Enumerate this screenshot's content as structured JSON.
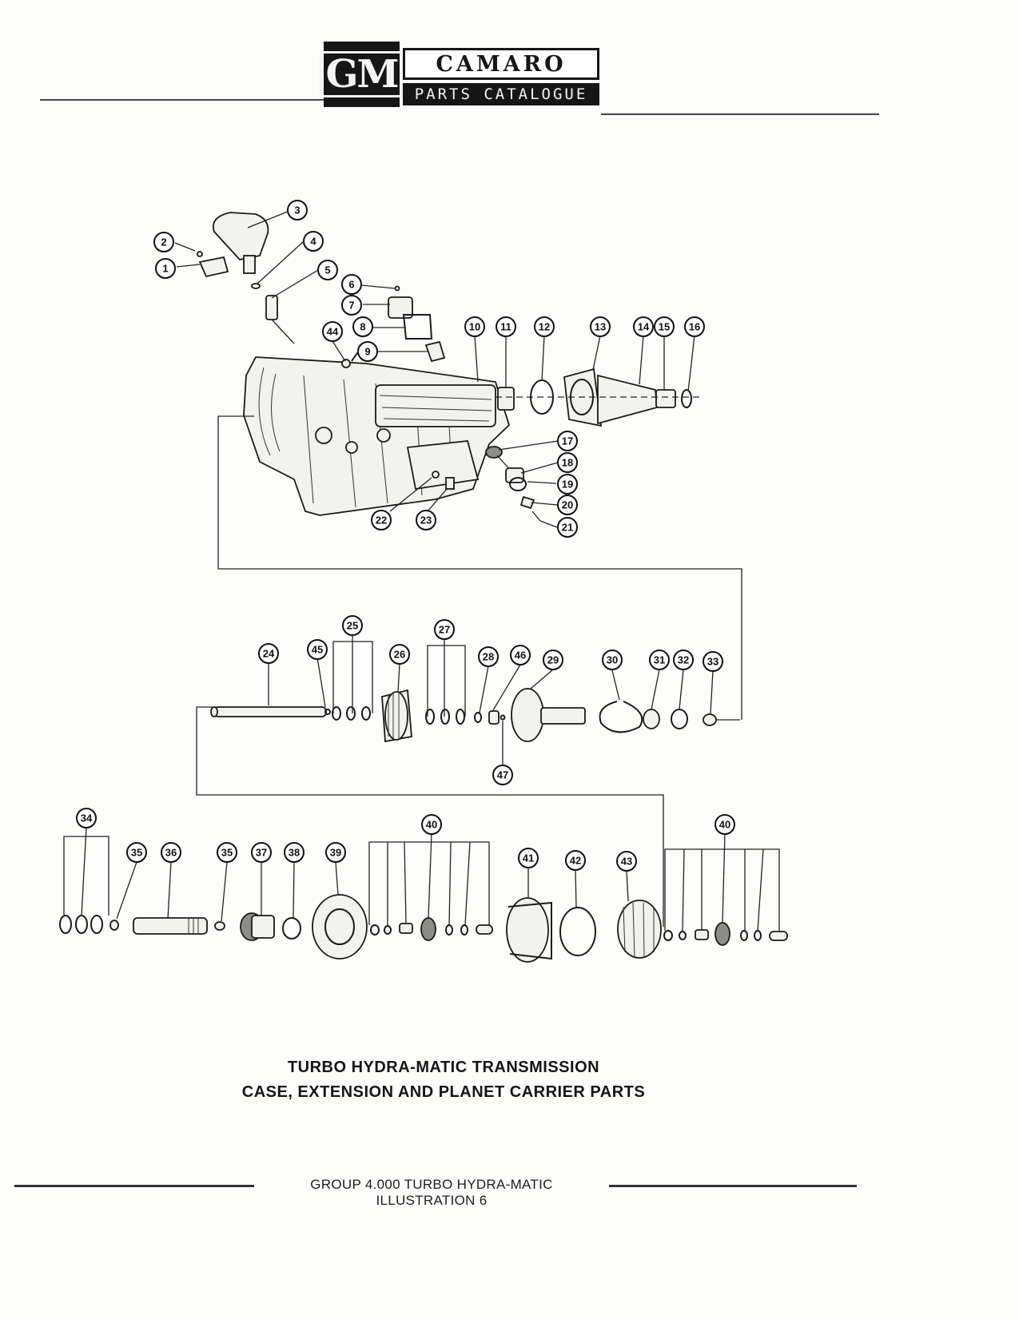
{
  "header": {
    "logo": "GM",
    "model": "CAMARO",
    "subtitle": "PARTS CATALOGUE"
  },
  "callouts": [
    "1",
    "2",
    "3",
    "4",
    "5",
    "6",
    "7",
    "8",
    "9",
    "10",
    "11",
    "12",
    "13",
    "14",
    "15",
    "16",
    "17",
    "18",
    "19",
    "20",
    "21",
    "22",
    "23",
    "24",
    "25",
    "26",
    "27",
    "28",
    "29",
    "30",
    "31",
    "32",
    "33",
    "34",
    "35",
    "36",
    "35",
    "37",
    "38",
    "39",
    "40",
    "41",
    "42",
    "43",
    "40",
    "44",
    "45",
    "46",
    "47"
  ],
  "caption": {
    "line1": "TURBO HYDRA-MATIC TRANSMISSION",
    "line2": "CASE, EXTENSION AND PLANET CARRIER PARTS"
  },
  "footer": {
    "text": "GROUP 4.000 TURBO HYDRA-MATIC ILLUSTRATION 6"
  }
}
